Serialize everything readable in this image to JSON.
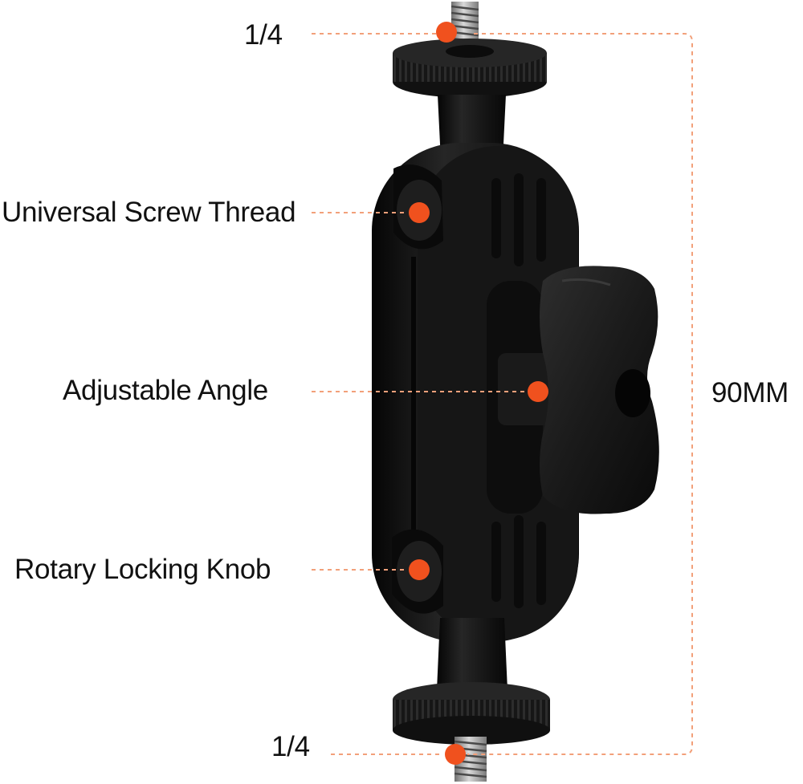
{
  "labels": {
    "top_thread": "1/4",
    "screw_thread": "Universal Screw Thread",
    "angle": "Adjustable Angle",
    "locking_knob": "Rotary Locking Knob",
    "bottom_thread": "1/4",
    "dimension": "90MM"
  },
  "colors": {
    "accent": "#f0511e",
    "dashed_line": "#f2a07a",
    "product": "#141414",
    "text": "#111111"
  }
}
